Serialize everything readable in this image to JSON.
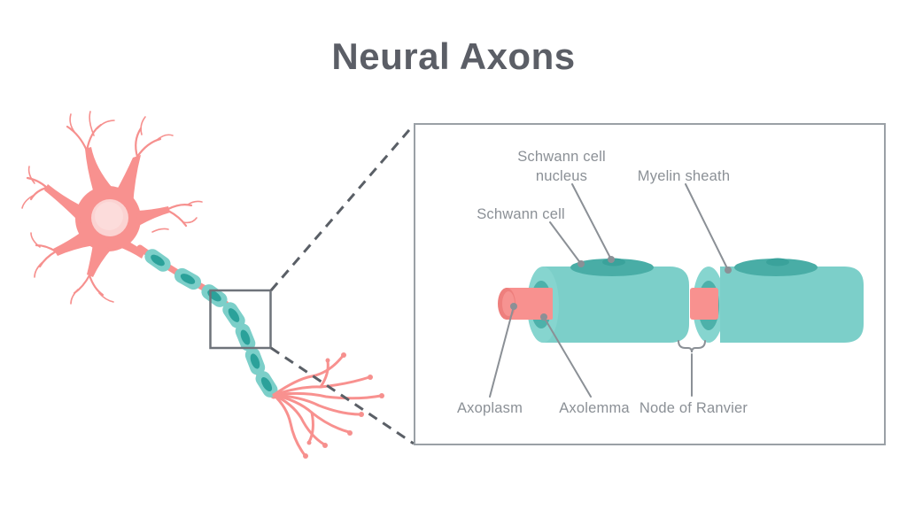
{
  "title": "Neural Axons",
  "panel_labels": {
    "schwann_cell_nucleus_line1": "Schwann cell",
    "schwann_cell_nucleus_line2": "nucleus",
    "schwann_cell": "Schwann cell",
    "myelin_sheath": "Myelin sheath",
    "axoplasm": "Axoplasm",
    "axolemma": "Axolemma",
    "node_of_ranvier": "Node of Ranvier"
  },
  "colors": {
    "title_text": "#5B5E66",
    "label_text": "#8B9096",
    "leader_line": "#8B9096",
    "panel_border": "#9AA0A6",
    "zoom_square_border": "#6E737A",
    "dashed_connector": "#5A5F66",
    "myelin_body_teal": "#7CCFC9",
    "myelin_cap_teal": "#86D5CF",
    "myelin_inner_teal": "#4DB1AA",
    "schwann_ellipse_teal": "#49ADA6",
    "schwann_nucleus_teal": "#3AA29B",
    "segment_nucleus_teal": "#2BA19A",
    "axon_pink": "#F8918F",
    "axon_cap_pink": "#EE7F7D",
    "soma_nucleus_pink": "#FBD3D2"
  }
}
